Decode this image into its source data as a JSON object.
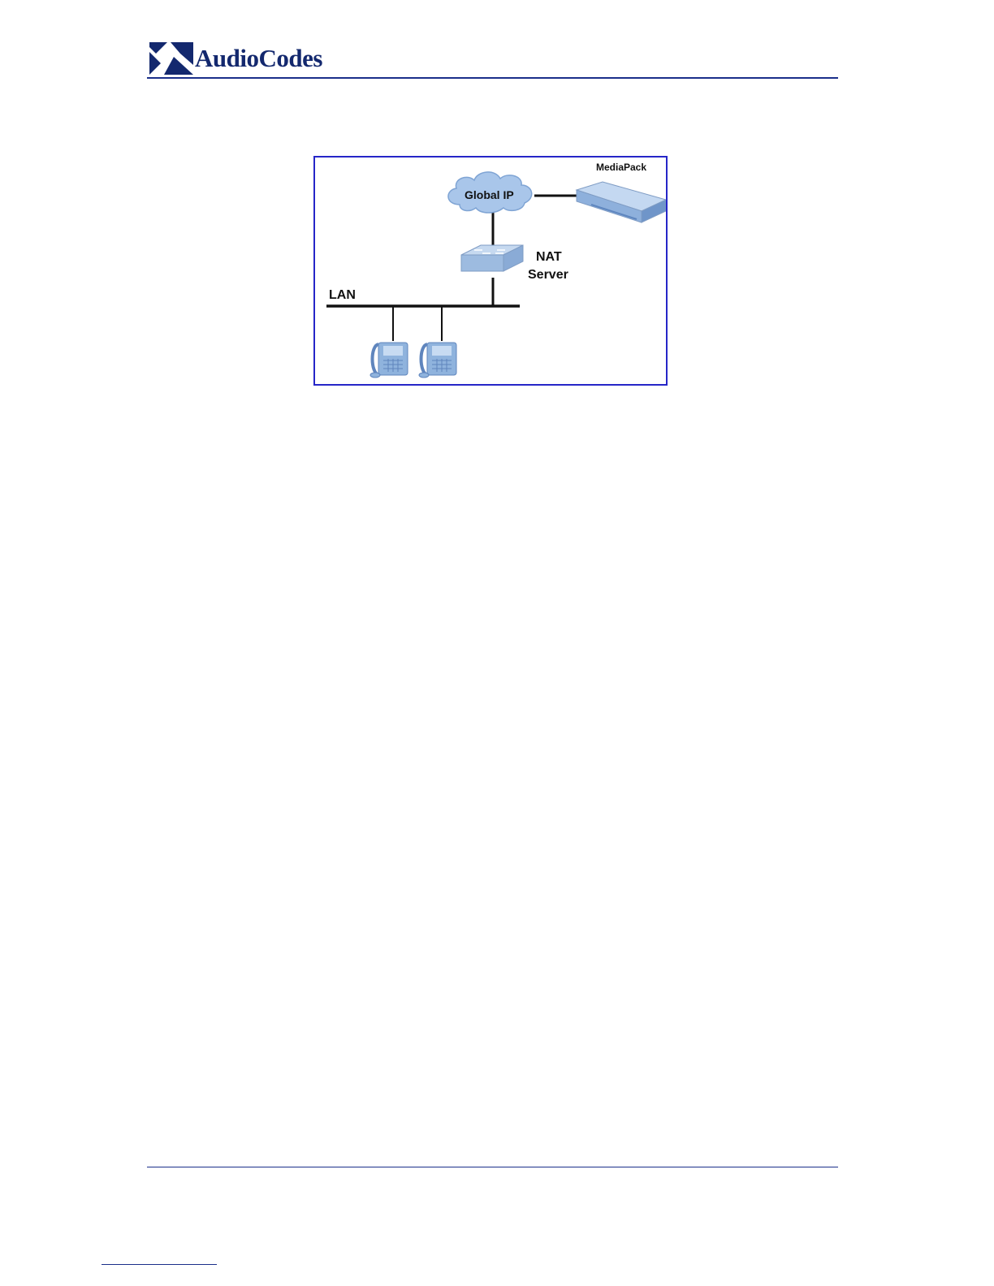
{
  "header": {
    "logo_text": "AudioCodes"
  },
  "figure": {
    "labels": {
      "mediapack": "MediaPack",
      "global_ip": "Global IP",
      "nat": "NAT",
      "server": "Server",
      "lan": "LAN"
    }
  },
  "colors": {
    "brand": "#13286e",
    "rule": "#1a2f8a",
    "figure_border": "#2626c8",
    "device_blue": "#8fb3dd"
  }
}
